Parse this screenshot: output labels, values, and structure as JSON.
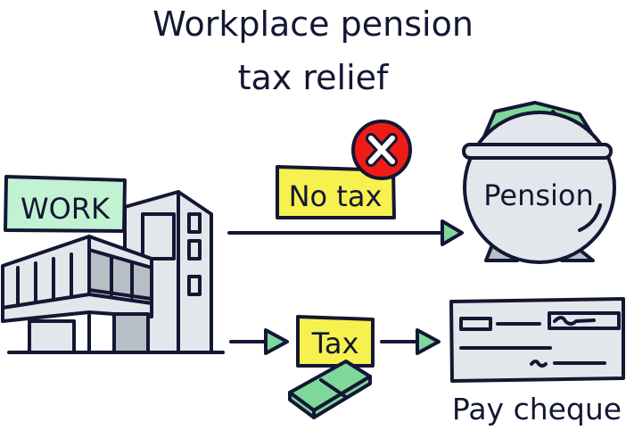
{
  "title": {
    "line1": "Workplace pension",
    "line2": "tax relief"
  },
  "work_sign": "WORK",
  "no_tax_label": "No tax",
  "tax_label": "Tax",
  "pension_label": "Pension",
  "cheque_label": "Pay cheque",
  "colors": {
    "ink": "#131733",
    "green": "#7fd79a",
    "mint": "#c3f2d3",
    "yellow": "#f7f14f",
    "red": "#ef1c16",
    "grey": "#e3e7ec",
    "darkgrey": "#b7bec6"
  }
}
